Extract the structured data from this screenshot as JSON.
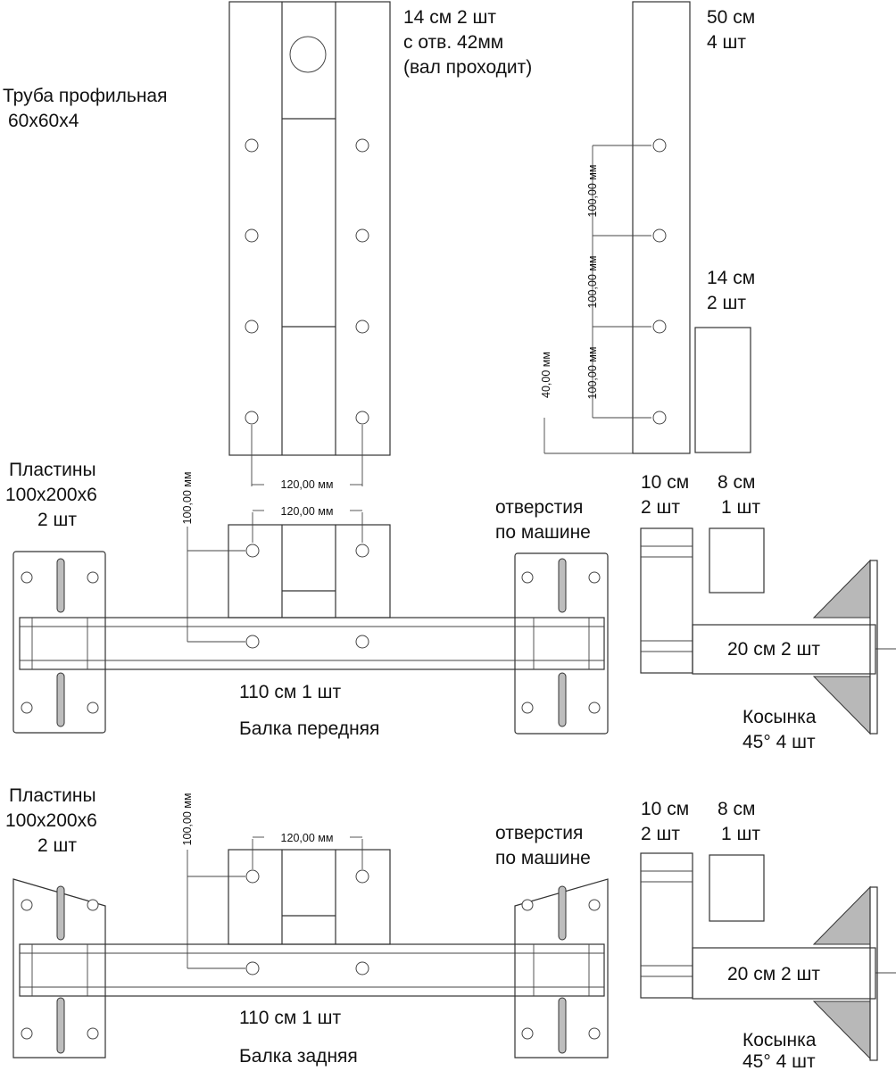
{
  "labels": {
    "tube_title_1": "Труба профильная",
    "tube_title_2": "60х60х4",
    "part14_line1": "14 см  2 шт",
    "part14_line2": "с отв. 42мм",
    "part14_line3": "(вал проходит)",
    "part50_line1": "50 см",
    "part50_line2": "4 шт",
    "part14b_line1": "14 см",
    "part14b_line2": "2 шт",
    "plates_front_1": "Пластины",
    "plates_front_2": "100х200х6",
    "plates_front_3": "2 шт",
    "holes_front_1": "отверстия",
    "holes_front_2": "по машине",
    "p10_front_1": "10 см",
    "p10_front_2": "2 шт",
    "p8_front_1": "8 см",
    "p8_front_2": "1 шт",
    "p20_front": "20 см 2 шт",
    "beam_front_len": "110 см   1 шт",
    "beam_front_name": "Балка  передняя",
    "gusset_front_1": "Косынка",
    "gusset_front_2": "45° 4 шт",
    "plates_rear_1": "Пластины",
    "plates_rear_2": "100х200х6",
    "plates_rear_3": "2 шт",
    "holes_rear_1": "отверстия",
    "holes_rear_2": "по машине",
    "p10_rear_1": "10 см",
    "p10_rear_2": "2 шт",
    "p8_rear_1": "8 см",
    "p8_rear_2": "1 шт",
    "p20_rear": "20 см 2 шт",
    "beam_rear_len": "110 см   1 шт",
    "beam_rear_name": "Балка  задняя",
    "gusset_rear_1": "Косынка",
    "gusset_rear_2": "45° 4 шт"
  },
  "dims": {
    "top_spacing_120": "120,00 мм",
    "front_spacing_120": "120,00 мм",
    "rear_spacing_120": "120,00 мм",
    "front_vertical_100": "100,00 мм",
    "rear_vertical_100": "100,00 мм",
    "col_100_a": "100,00 мм",
    "col_100_b": "100,00 мм",
    "col_100_c": "100,00 мм",
    "col_40": "40,00 мм"
  }
}
